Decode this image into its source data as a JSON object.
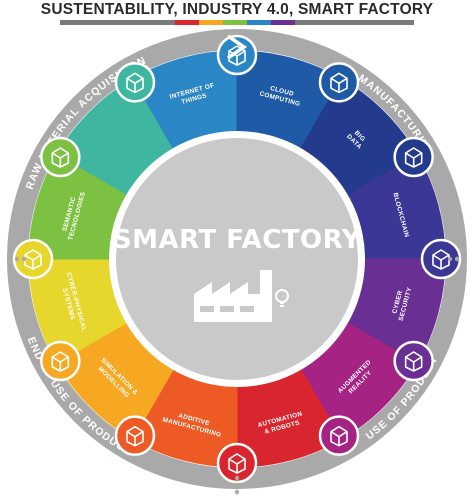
{
  "header": {
    "title": "SUSTENTABILITY, INDUSTRY 4.0, SMART FACTORY"
  },
  "center": {
    "title": "SMART FACTORY",
    "icon": "factory-icon"
  },
  "lifecycle": [
    {
      "id": "raw-material",
      "label": "RAW MATERIAL ACQUISITION"
    },
    {
      "id": "manufacturing",
      "label": "MANUFACTURING"
    },
    {
      "id": "use-of-product",
      "label": "USE OF PRODUCT"
    },
    {
      "id": "end-of-use",
      "label": "END OF USE OF PRODUCT"
    }
  ],
  "technologies": [
    {
      "id": "internet-of-things",
      "lines": [
        "INTERNET OF",
        "THINGS"
      ],
      "icon": "iot-cube-icon",
      "color": "#2b86c5"
    },
    {
      "id": "cloud-computing",
      "lines": [
        "CLOUD",
        "COMPUTING"
      ],
      "icon": "cloud-network-icon",
      "color": "#1f5aa6"
    },
    {
      "id": "big-data",
      "lines": [
        "BIG",
        "DATA"
      ],
      "icon": "monitor-cloud-icon",
      "color": "#243a8c"
    },
    {
      "id": "blockchain",
      "lines": [
        "BLOCKCHAIN"
      ],
      "icon": "folder-icon",
      "color": "#3b3795"
    },
    {
      "id": "cyber-security",
      "lines": [
        "CYBER",
        "SECURITY"
      ],
      "icon": "cubes-icon",
      "color": "#6a2f93"
    },
    {
      "id": "augmented-reality",
      "lines": [
        "AUGMENTED",
        "REALITY"
      ],
      "icon": "shield-monitor-icon",
      "color": "#a52383"
    },
    {
      "id": "automation-robots",
      "lines": [
        "AUTOMATION",
        "& ROBOTS"
      ],
      "icon": "ar-cube-icon",
      "color": "#d9262e"
    },
    {
      "id": "additive-manufacturing",
      "lines": [
        "ADDITIVE",
        "MANUFACTURING"
      ],
      "icon": "robot-icon",
      "color": "#ee5a24"
    },
    {
      "id": "simulation-modelling",
      "lines": [
        "SIMULATION &",
        "MODELLING"
      ],
      "icon": "cube-plus-icon",
      "color": "#f7a823"
    },
    {
      "id": "cyber-physical-systems",
      "lines": [
        "CYBER-PHYSICAL",
        "SYSTEMS"
      ],
      "icon": "gear-cube-icon",
      "color": "#e7d62c"
    },
    {
      "id": "semantic-technologies",
      "lines": [
        "SEMANTIC",
        "TECNOLOGIES"
      ],
      "icon": "wireless-cube-icon",
      "color": "#7cc142"
    },
    {
      "id": "semantic-icon-segment",
      "lines": [],
      "icon": "3d-cube-icon",
      "color": "#3fb6a0"
    }
  ],
  "colors": {
    "ring": "#a9a9a9",
    "center": "#c9c9c9",
    "title_bar": [
      "#7a7a7a",
      "#d9262e",
      "#f7a823",
      "#7cc142",
      "#2b86c5",
      "#6a2f93",
      "#7a7a7a"
    ]
  }
}
